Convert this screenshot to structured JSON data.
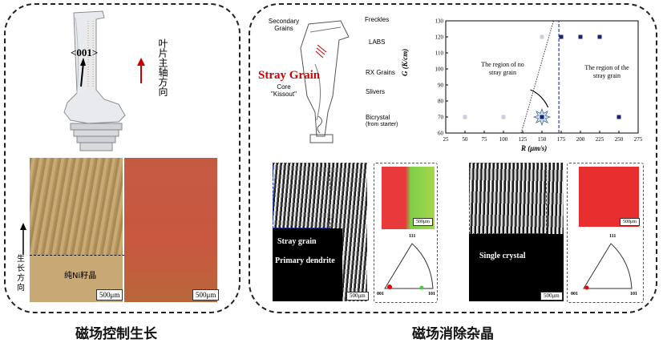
{
  "left_panel": {
    "caption": "磁场控制生长",
    "blade_label": "<001>",
    "axis_label": "叶片主轴方向",
    "growth_label": "生长方向",
    "seed_label": "纯Ni籽晶",
    "scale_left": "500μm",
    "scale_right": "500μm"
  },
  "right_panel": {
    "caption": "磁场消除杂晶",
    "schematic": {
      "title": "Stray Grain",
      "labels": [
        "Secondary Grains",
        "Freckles",
        "LABS",
        "RX Grains",
        "Core \"Kissout\"",
        "Slivers",
        "Bicrystal",
        "(from starter)"
      ]
    },
    "chart": {
      "xlabel": "R (μm/s)",
      "ylabel": "G (K/cm)",
      "region_left": "The region of no stray grain",
      "region_right": "The region of the stray grain"
    },
    "micro_left": {
      "label1": "Stray grain",
      "label2": "Primary dendrite",
      "scale": "500μm",
      "ebsd_scale": "500μm",
      "ipf": [
        "111",
        "001",
        "101"
      ]
    },
    "micro_right": {
      "label1": "Single crystal",
      "scale": "500μm",
      "ebsd_scale": "500μm",
      "ipf": [
        "111",
        "001",
        "101"
      ]
    }
  },
  "chart_data": {
    "type": "scatter",
    "xlabel": "R (μm/s)",
    "ylabel": "G (K/cm)",
    "xlim": [
      25,
      275
    ],
    "ylim": [
      60,
      130
    ],
    "xticks": [
      25,
      50,
      75,
      100,
      125,
      150,
      175,
      200,
      225,
      250,
      275
    ],
    "yticks": [
      60,
      70,
      80,
      90,
      100,
      110,
      120,
      130
    ],
    "series": [
      {
        "marker": "light",
        "x": [
          50,
          100,
          150
        ],
        "y": [
          70,
          70,
          120
        ]
      },
      {
        "marker": "dark",
        "x": [
          175,
          200,
          225,
          250,
          150
        ],
        "y": [
          120,
          120,
          120,
          70,
          70
        ]
      }
    ],
    "annotations": [
      "The region of no stray grain",
      "The region of the stray grain"
    ]
  },
  "colors": {
    "dark_marker": "#1a237e",
    "light_marker": "#c8cfdc",
    "boundary": "#2c3fbf"
  }
}
